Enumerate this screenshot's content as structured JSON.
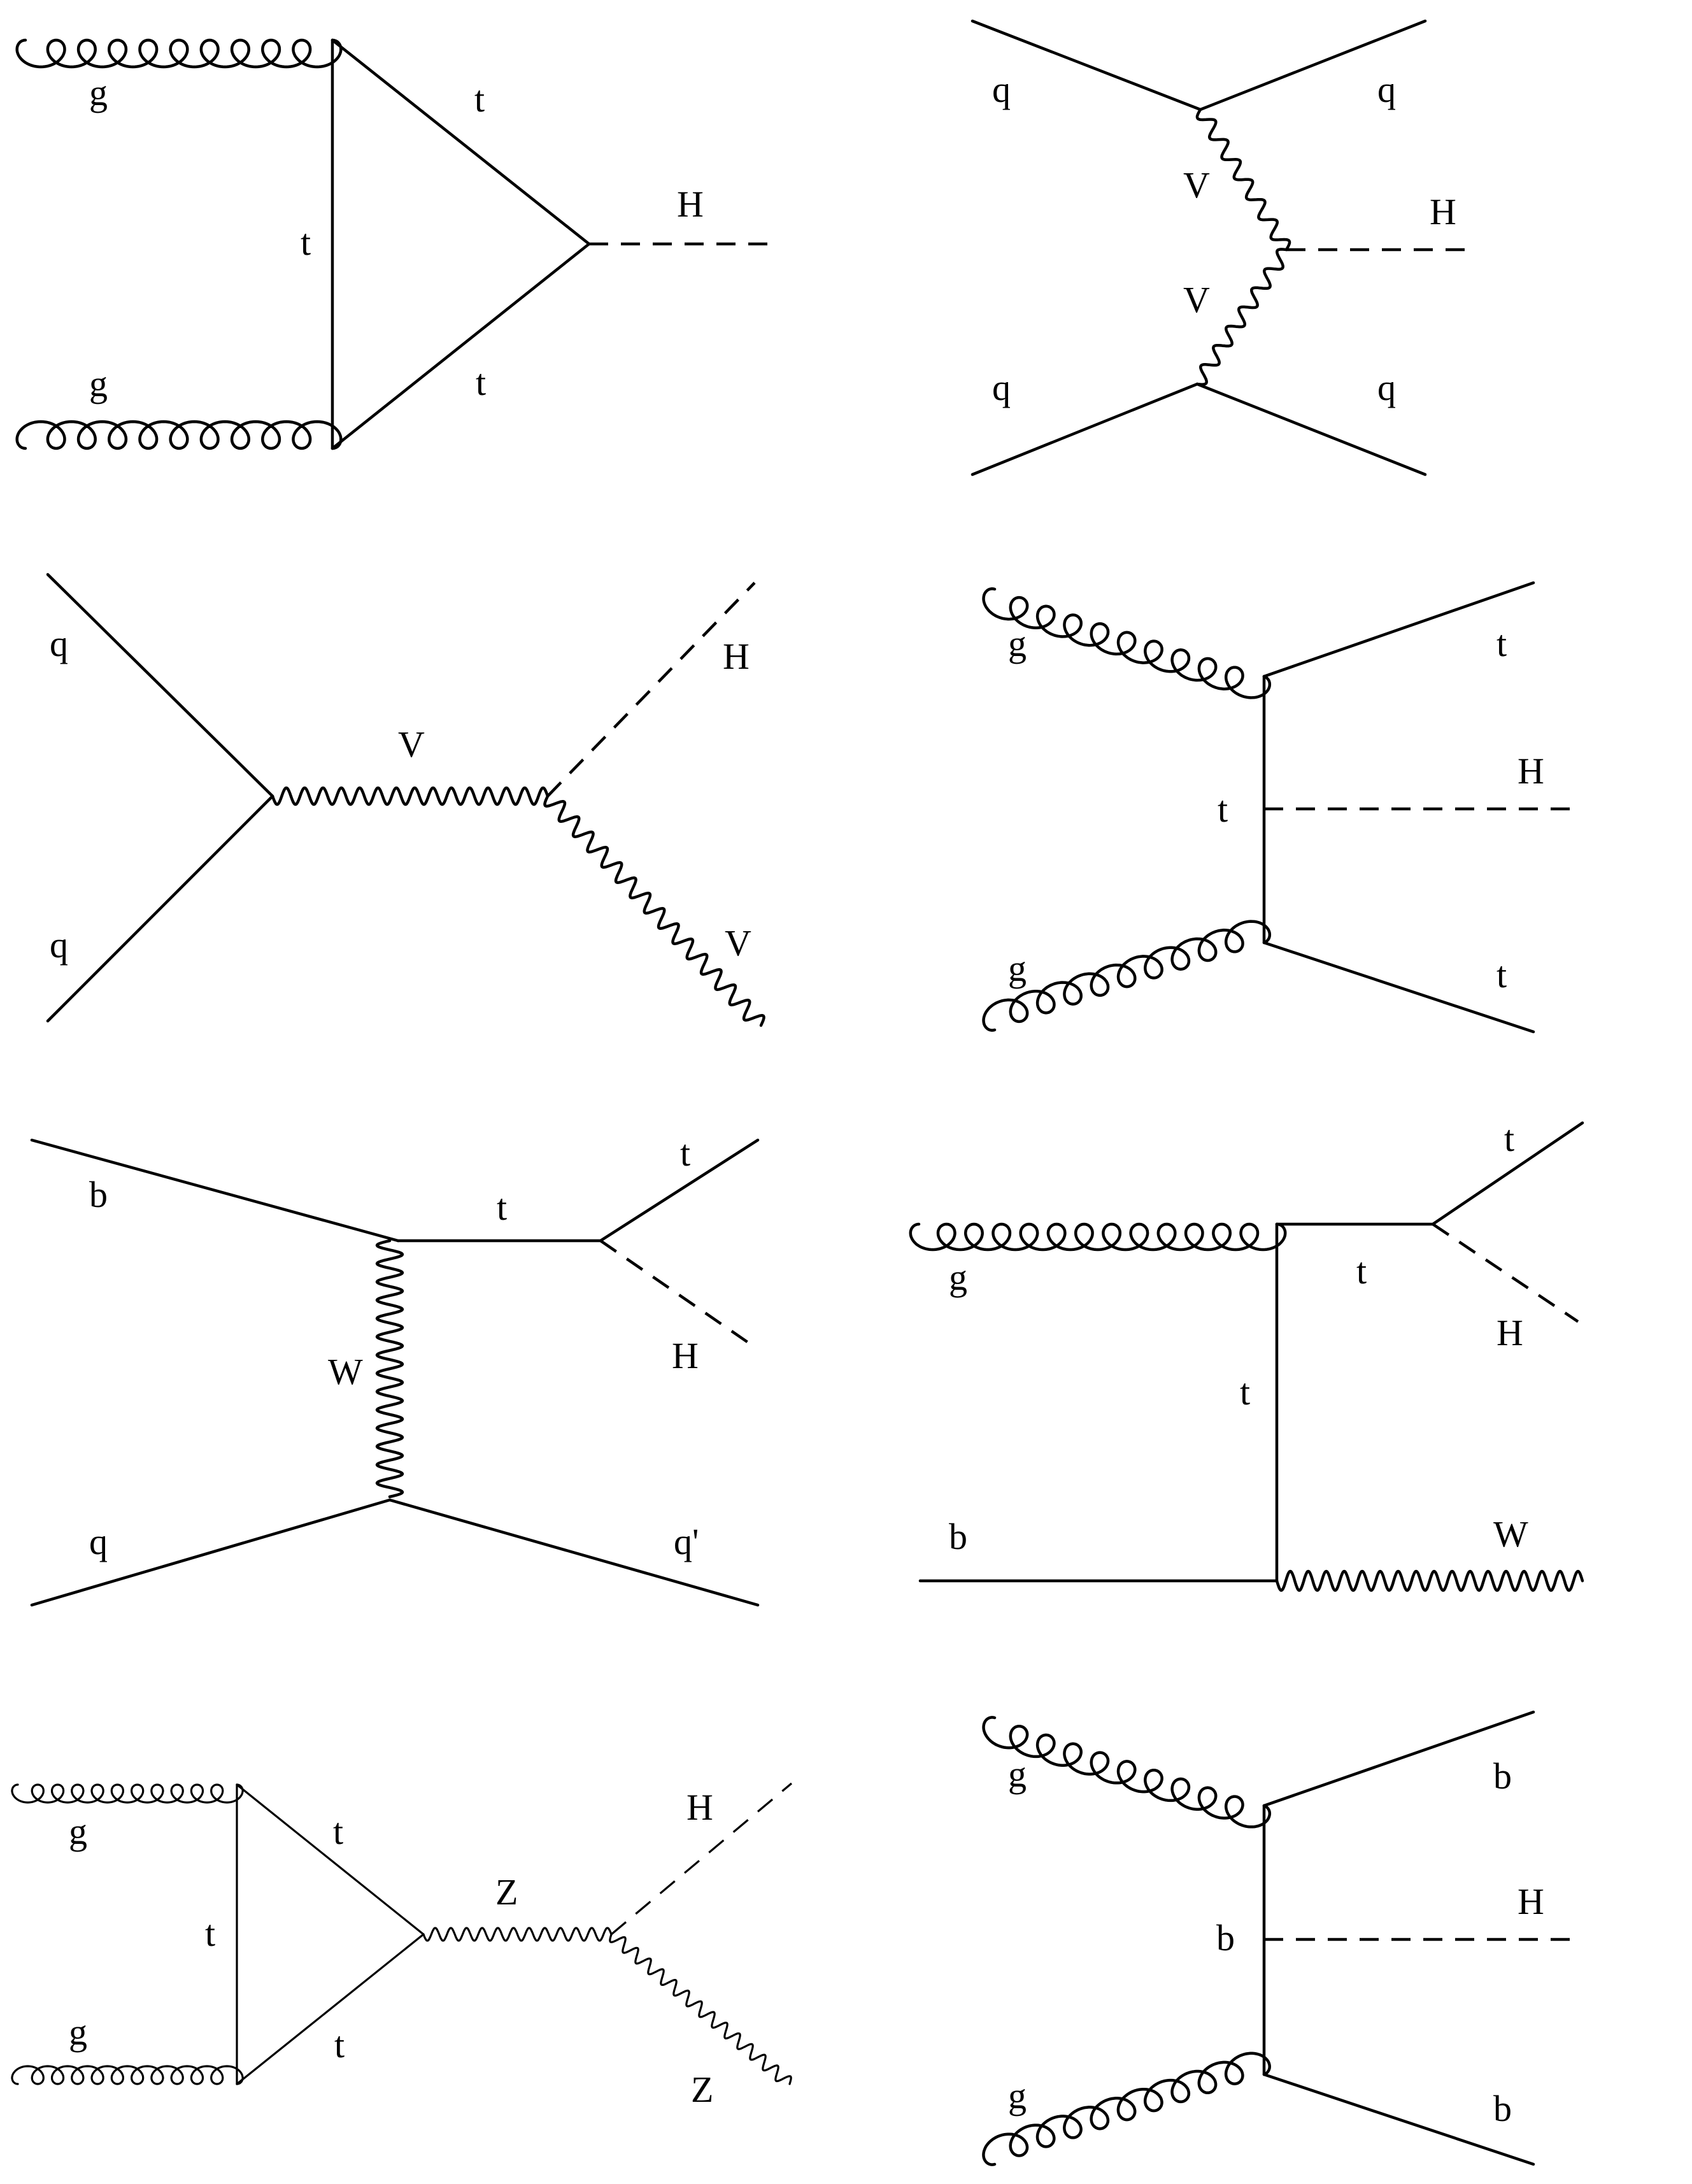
{
  "diagrams": [
    {
      "name": "gluon-fusion",
      "labels": {
        "g_top": "g",
        "g_bottom": "g",
        "t_loop_top": "t",
        "t_loop_left": "t",
        "t_loop_bottom": "t",
        "higgs": "H"
      }
    },
    {
      "name": "vector-boson-fusion",
      "labels": {
        "q_in_top": "q",
        "q_out_top": "q",
        "v_top": "V",
        "higgs": "H",
        "v_bottom": "V",
        "q_in_bottom": "q",
        "q_out_bottom": "q"
      }
    },
    {
      "name": "higgs-strahlung",
      "labels": {
        "q_top": "q",
        "q_bottom": "q",
        "v_prop": "V",
        "higgs": "H",
        "v_out": "V"
      }
    },
    {
      "name": "ttH",
      "labels": {
        "g_top": "g",
        "t_out_top": "t",
        "t_prop": "t",
        "higgs": "H",
        "g_bottom": "g",
        "t_out_bottom": "t"
      }
    },
    {
      "name": "tH-t-channel",
      "labels": {
        "b_in": "b",
        "t_prop": "t",
        "t_out": "t",
        "higgs": "H",
        "w_prop": "W",
        "q_in": "q",
        "q_out": "q'"
      }
    },
    {
      "name": "tWH",
      "labels": {
        "g_in": "g",
        "t_out": "t",
        "t_prop_h": "t",
        "higgs": "H",
        "t_prop_v": "t",
        "b_in": "b",
        "w_out": "W"
      }
    },
    {
      "name": "gg-ZH",
      "labels": {
        "g_top": "g",
        "g_bottom": "g",
        "t_loop_top": "t",
        "t_loop_left": "t",
        "t_loop_bottom": "t",
        "z_prop": "Z",
        "higgs": "H",
        "z_out": "Z"
      }
    },
    {
      "name": "bbH",
      "labels": {
        "g_top": "g",
        "b_out_top": "b",
        "b_prop": "b",
        "higgs": "H",
        "g_bottom": "g",
        "b_out_bottom": "b"
      }
    }
  ]
}
